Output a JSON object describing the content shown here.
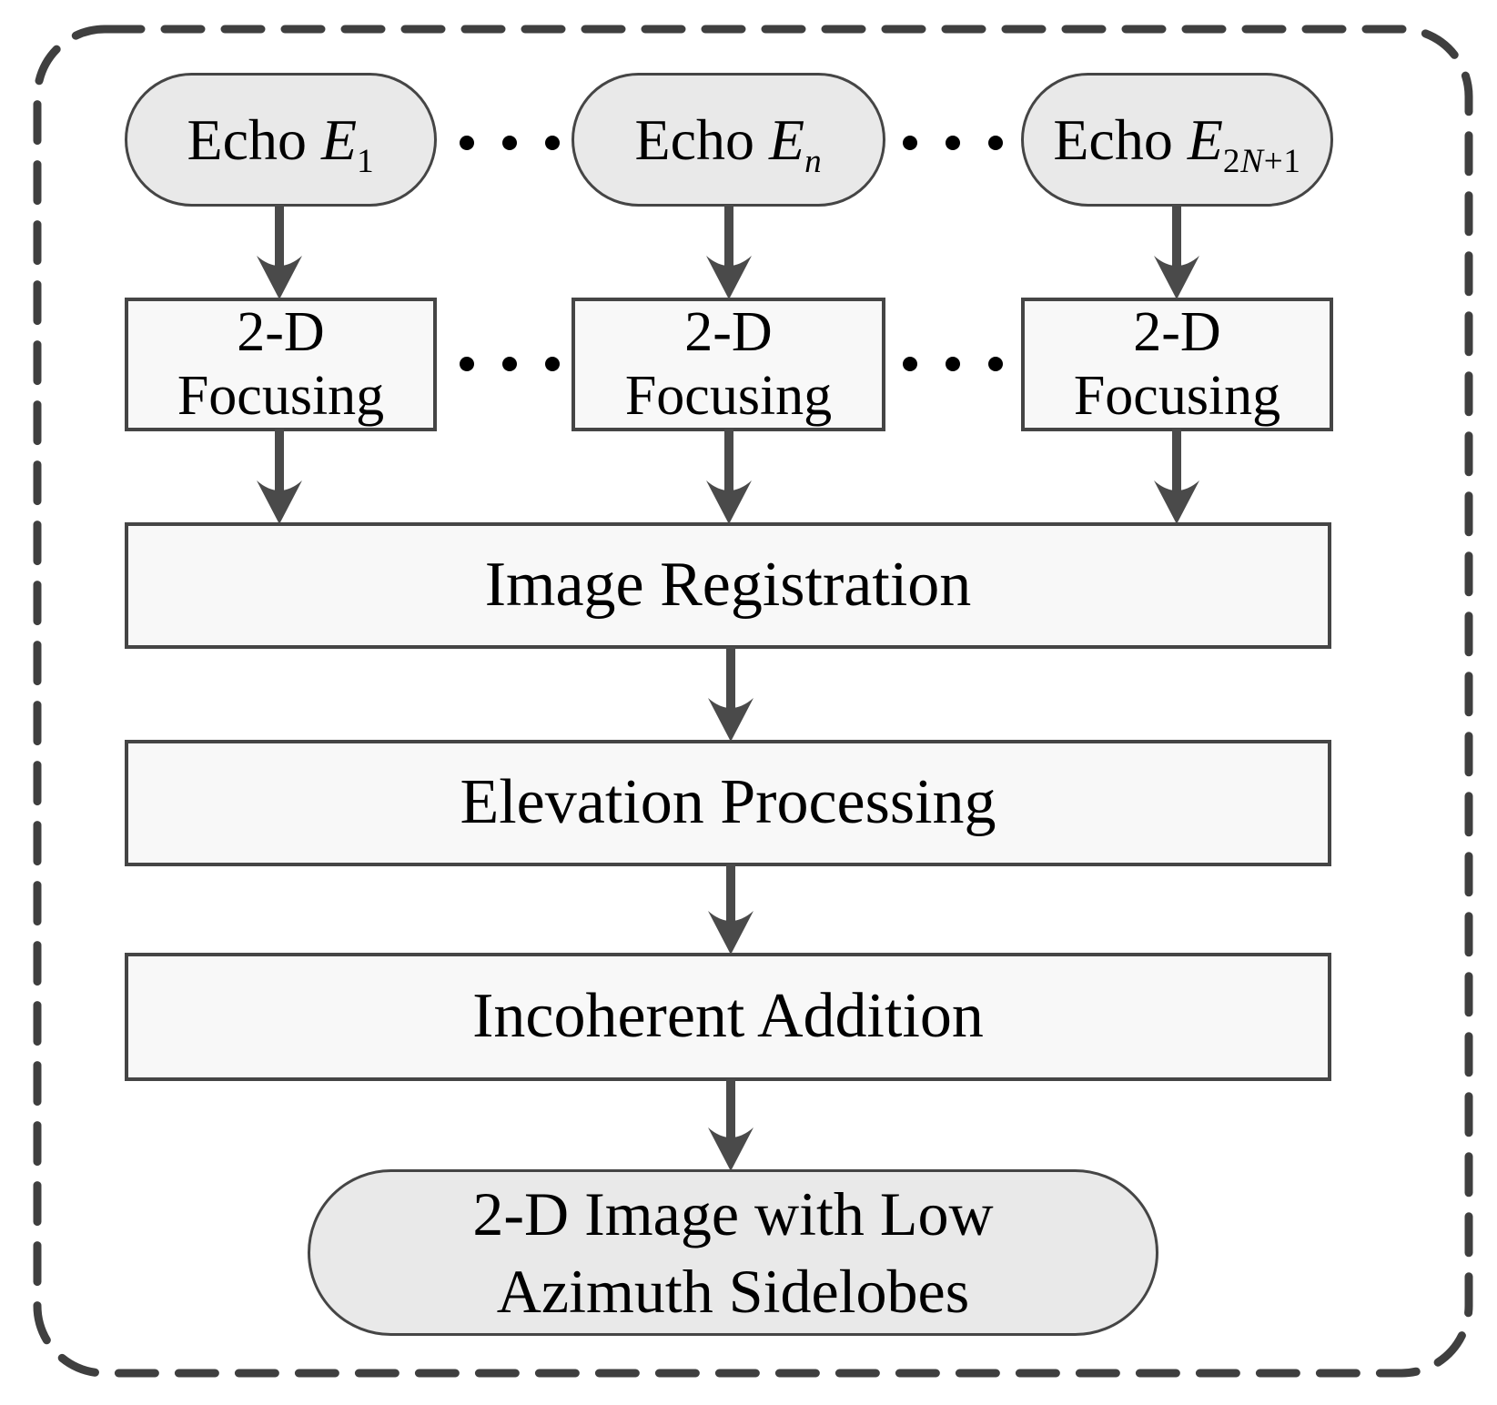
{
  "diagram": {
    "type": "flowchart",
    "echo_nodes": [
      {
        "prefix": "Echo ",
        "symbol": "E",
        "sub_pre": "",
        "sub_var": "",
        "sub_post": "1"
      },
      {
        "prefix": "Echo ",
        "symbol": "E",
        "sub_pre": "",
        "sub_var": "n",
        "sub_post": ""
      },
      {
        "prefix": "Echo ",
        "symbol": "E",
        "sub_pre": "2",
        "sub_var": "N",
        "sub_post": "+1"
      }
    ],
    "focusing_nodes": [
      {
        "line1": "2-D",
        "line2": "Focusing"
      },
      {
        "line1": "2-D",
        "line2": "Focusing"
      },
      {
        "line1": "2-D",
        "line2": "Focusing"
      }
    ],
    "process_nodes": {
      "registration": "Image Registration",
      "elevation": "Elevation Processing",
      "incoherent": "Incoherent Addition"
    },
    "output_node": {
      "line1": "2-D Image with Low",
      "line2": "Azimuth Sidelobes"
    },
    "colors": {
      "dash": "#3f3f3f",
      "node_border": "#454545",
      "box_fill": "#f8f8f8",
      "pill_fill": "#e9e9e9",
      "arrow": "#4a4a4a",
      "text": "#000000",
      "dot": "#000000"
    }
  }
}
